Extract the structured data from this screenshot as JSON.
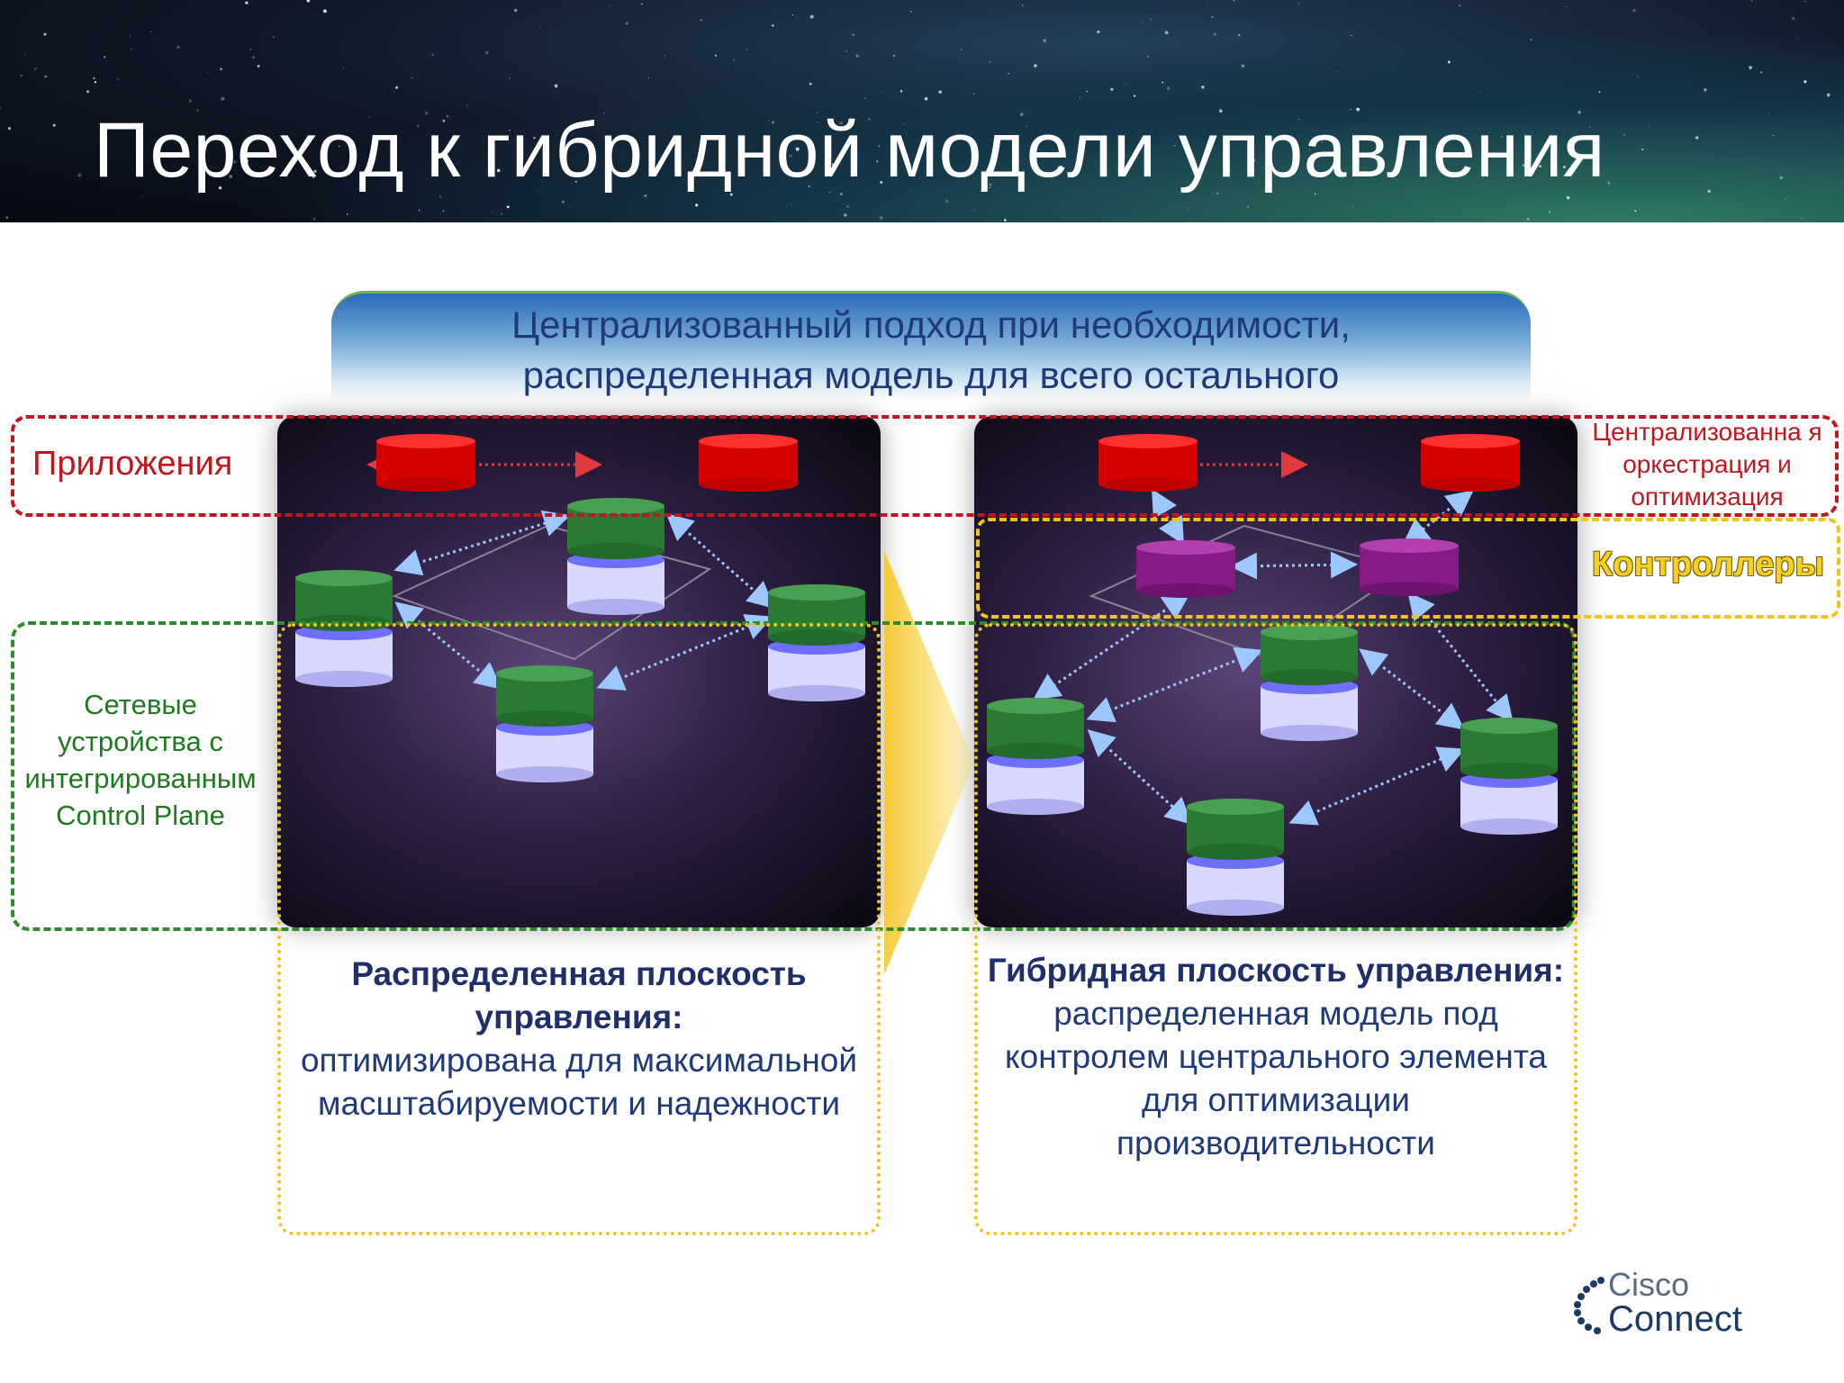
{
  "title": "Переход к гибридной модели управления",
  "banner": {
    "line1": "Централизованный подход при необходимости,",
    "line2": "распределенная модель для всего остального"
  },
  "labels": {
    "applications": "Приложения",
    "orchestration": "Централизованна я оркестрация и оптимизация",
    "controllers": "Контроллеры",
    "network_devices": "Сетевые устройства с интегрированным Control Plane"
  },
  "left_caption": {
    "heading": "Распределенная плоскость управления:",
    "body": "оптимизирована для максимальной масштабируемости и надежности"
  },
  "right_caption": {
    "heading": "Гибридная плоскость управления:",
    "body": "распределенная модель под контролем центрального элемента для оптимизации производительности"
  },
  "logo": {
    "line1": "Cisco",
    "line2": "Connect"
  },
  "colors": {
    "application": "#e00000",
    "controller": "#8a1d8a",
    "device_top": "#2f8a3a",
    "device_bottom": "#8f8fff",
    "frame_red": "#c0171f",
    "frame_green": "#2e8b2e",
    "frame_yellow": "#f0c419"
  }
}
